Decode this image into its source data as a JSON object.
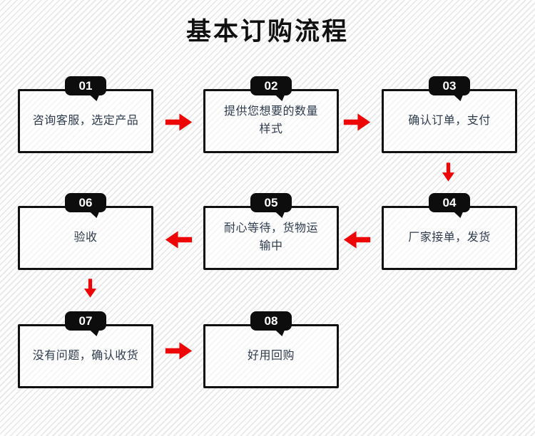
{
  "title": "基本订购流程",
  "colors": {
    "arrow": "#ee0505",
    "badge_bg": "#0d0d0d",
    "badge_text": "#ffffff",
    "box_border": "#111111",
    "box_text": "#2e3b4e",
    "title_color": "#111111"
  },
  "steps": [
    {
      "number": "01",
      "label": "咨询客服，选定产品"
    },
    {
      "number": "02",
      "label": "提供您想要的数量\n样式"
    },
    {
      "number": "03",
      "label": "确认订单，支付"
    },
    {
      "number": "04",
      "label": "厂家接单，发货"
    },
    {
      "number": "05",
      "label": "耐心等待，货物运\n输中"
    },
    {
      "number": "06",
      "label": "验收"
    },
    {
      "number": "07",
      "label": "没有问题，确认收货"
    },
    {
      "number": "08",
      "label": "好用回购"
    }
  ],
  "arrows": [
    {
      "from": "01",
      "to": "02",
      "direction": "right"
    },
    {
      "from": "02",
      "to": "03",
      "direction": "right"
    },
    {
      "from": "03",
      "to": "04",
      "direction": "down"
    },
    {
      "from": "04",
      "to": "05",
      "direction": "left"
    },
    {
      "from": "05",
      "to": "06",
      "direction": "left"
    },
    {
      "from": "06",
      "to": "07",
      "direction": "down"
    },
    {
      "from": "07",
      "to": "08",
      "direction": "right"
    }
  ]
}
